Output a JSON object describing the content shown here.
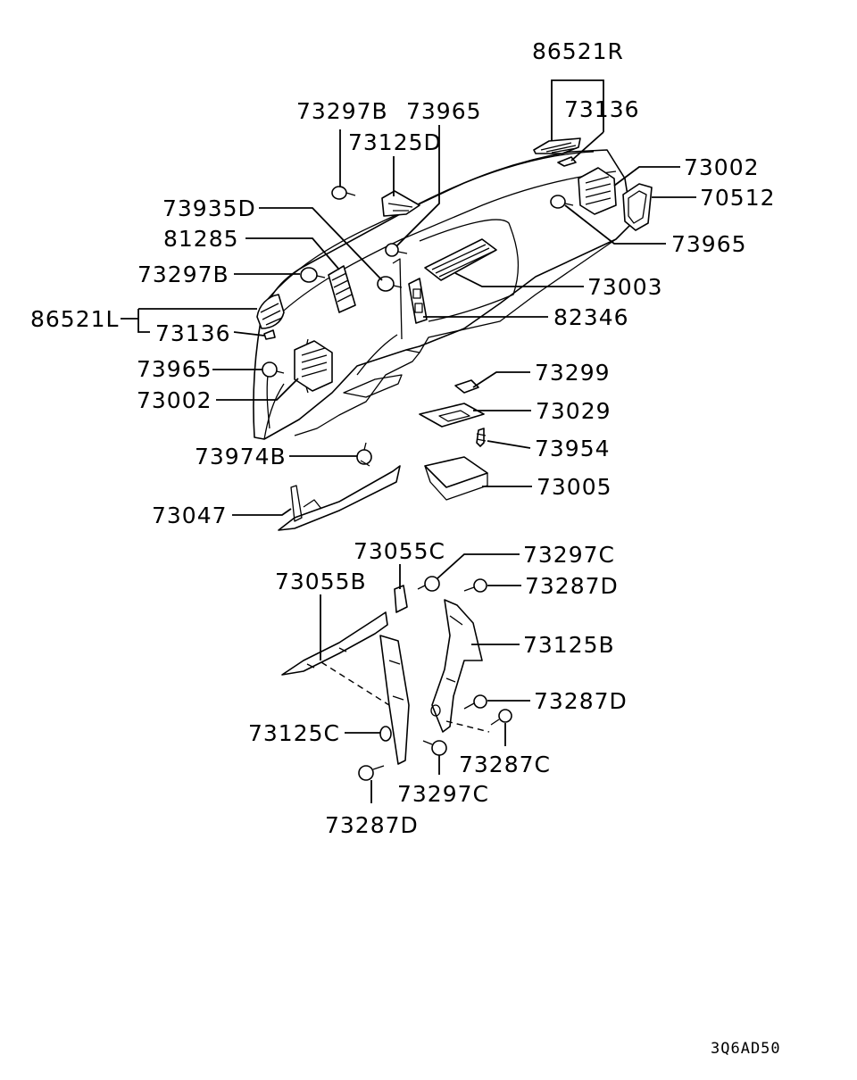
{
  "labels": {
    "p86521R": "86521R",
    "p73136_top": "73136",
    "p73297B_top": "73297B",
    "p73965_top": "73965",
    "p73125D": "73125D",
    "p73002_right": "73002",
    "p70512": "70512",
    "p73935D": "73935D",
    "p81285": "81285",
    "p73965_right": "73965",
    "p73297B_left": "73297B",
    "p73003": "73003",
    "p86521L": "86521L",
    "p73136_left": "73136",
    "p82346": "82346",
    "p73965_left": "73965",
    "p73299": "73299",
    "p73002_left": "73002",
    "p73029": "73029",
    "p73954": "73954",
    "p73974B": "73974B",
    "p73005": "73005",
    "p73047": "73047",
    "p73055C": "73055C",
    "p73297C_top": "73297C",
    "p73055B": "73055B",
    "p73287D_top": "73287D",
    "p73125B": "73125B",
    "p73287D_mid": "73287D",
    "p73125C": "73125C",
    "p73287C": "73287C",
    "p73297C_bottom": "73297C",
    "p73287D_bottom": "73287D"
  },
  "diagram_code": "3Q6AD50"
}
